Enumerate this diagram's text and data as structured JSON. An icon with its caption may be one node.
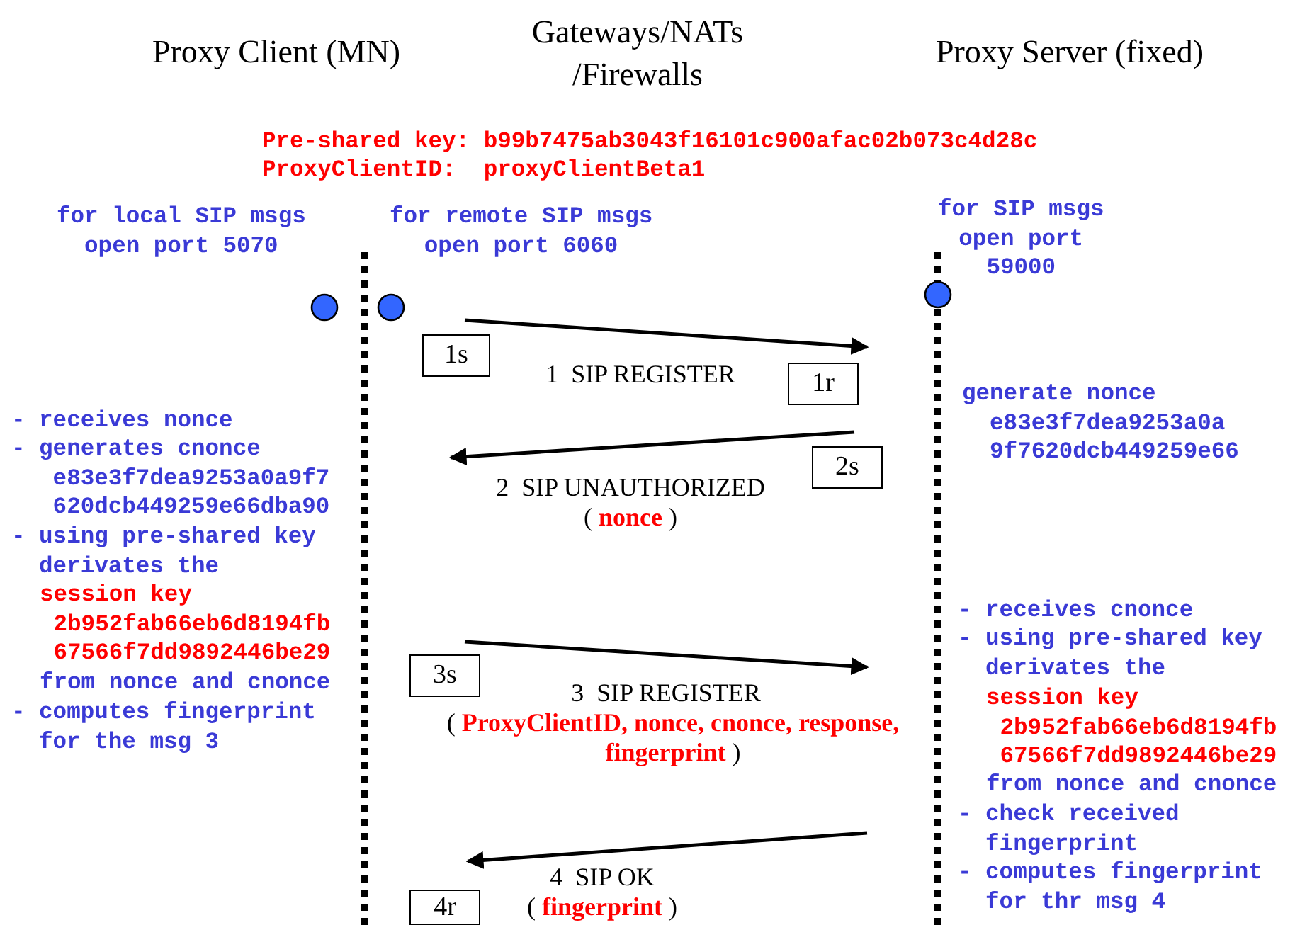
{
  "diagram": {
    "nodes": [
      {
        "text": [],
        "shape": "circle"
      },
      {
        "text": [],
        "shape": "circle"
      },
      {
        "text": [],
        "shape": "circle"
      },
      {
        "text": [
          "1s"
        ]
      },
      {
        "text": [
          "1r"
        ]
      },
      {
        "text": [
          "2s"
        ]
      },
      {
        "text": [
          "3s"
        ]
      },
      {
        "text": [
          "4r"
        ]
      }
    ],
    "labels": [
      "Proxy Client (MN)",
      "Gateways/NATs /Firewalls",
      "Proxy Server (fixed)",
      "Pre-shared key: b99b7475ab3043f16101c900afac02b073c4d28c",
      "ProxyClientID:  proxyClientBeta1",
      "for local SIP msgs open port 5070",
      "for remote SIP msgs open port 6060",
      "for SIP msgs open port 59000",
      "1  SIP REGISTER",
      "2  SIP UNAUTHORIZED",
      "( **nonce** )",
      "3  SIP REGISTER",
      "( **ProxyClientID, nonce, cnonce, response, fingerprint** )",
      "4  SIP OK",
      "( **fingerprint** )",
      "- receives nonce",
      "- generates cnonce e83e3f7dea9253a0a9f7 620dcb449259e66dba90",
      "- using pre-shared key derivates the",
      "session key 2b952fab66eb6d8194fb 67566f7dd9892446be29",
      "from nonce and cnonce",
      "- computes fingerprint for the msg 3",
      "generate nonce e83e3f7dea9253a0a 9f7620dcb449259e66",
      "- receives cnonce",
      "- using pre-shared key derivates the",
      "session key 2b952fab66eb6d8194fb 67566f7dd9892446be29",
      "from nonce and cnonce",
      "- check received fingerprint",
      "- computes fingerprint for thr msg 4"
    ]
  }
}
